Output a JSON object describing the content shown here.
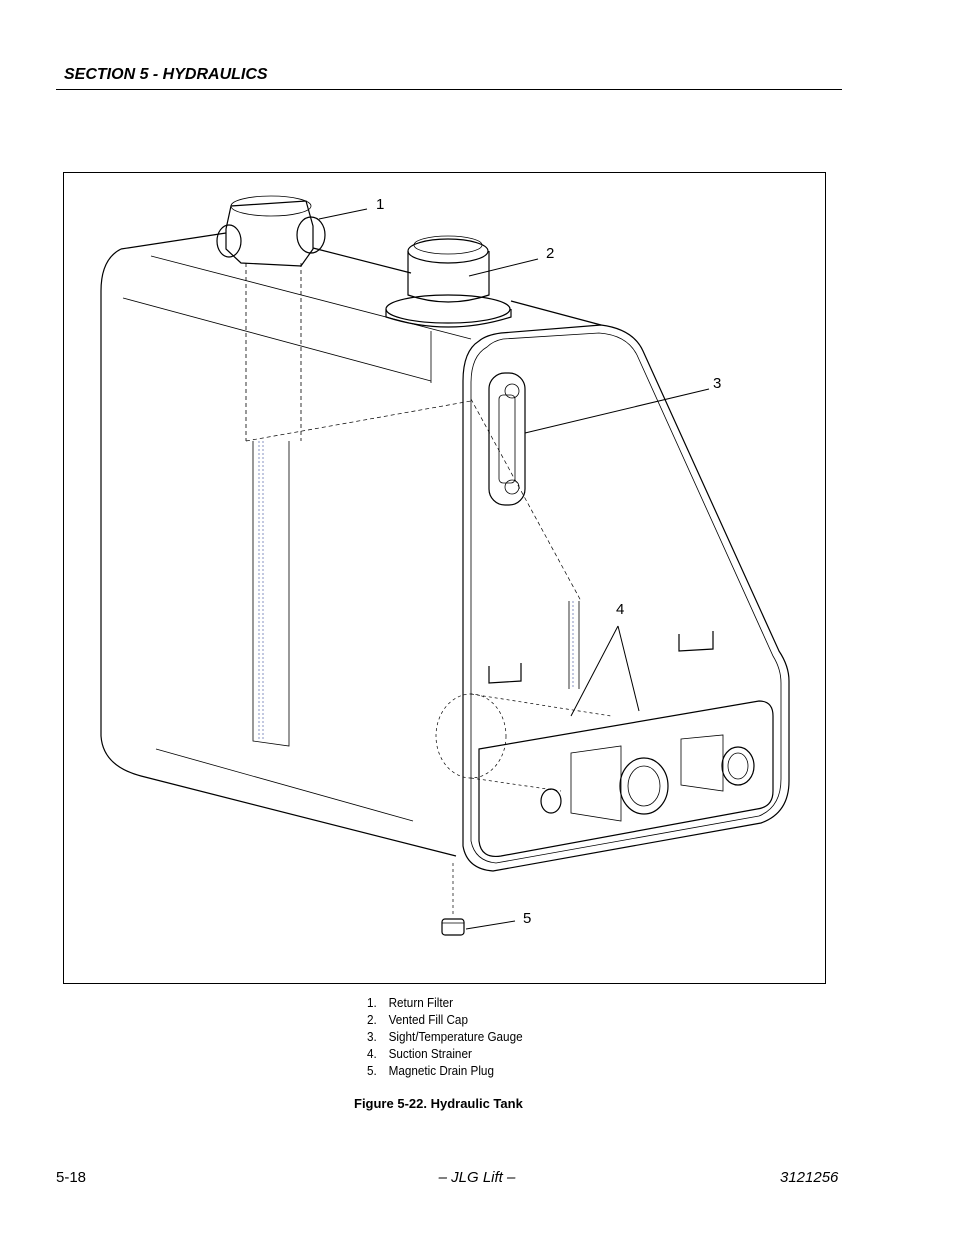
{
  "header": {
    "section_title": "SECTION 5 - HYDRAULICS"
  },
  "figure": {
    "callouts": [
      "1",
      "2",
      "3",
      "4",
      "5"
    ],
    "legend": [
      {
        "num": "1.",
        "label": "Return Filter"
      },
      {
        "num": "2.",
        "label": "Vented Fill Cap"
      },
      {
        "num": "3.",
        "label": "Sight/Temperature Gauge"
      },
      {
        "num": "4.",
        "label": "Suction Strainer"
      },
      {
        "num": "5.",
        "label": "Magnetic Drain Plug"
      }
    ],
    "caption": "Figure 5-22.  Hydraulic Tank"
  },
  "footer": {
    "page_number": "5-18",
    "center_text": "– JLG Lift –",
    "doc_number": "3121256"
  }
}
